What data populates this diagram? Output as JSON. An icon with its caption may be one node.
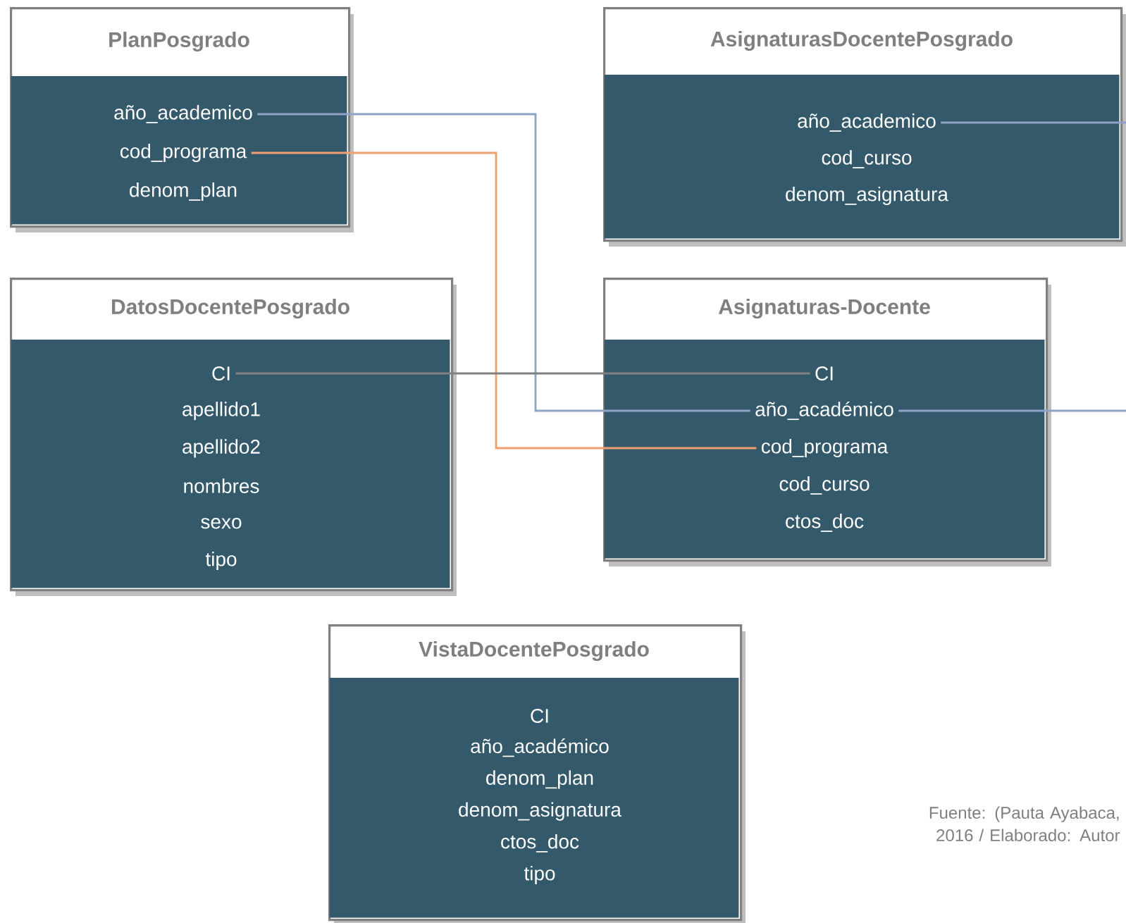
{
  "diagram": {
    "caption": "Fuente: (Pauta Ayabaca, 2016 / Elaborado: Autor",
    "nodes": [
      {
        "text": [
          "PlanPosgrado"
        ]
      },
      {
        "text": [
          "año_academico"
        ],
        "in": 0
      },
      {
        "text": [
          "cod_programa"
        ],
        "in": 0
      },
      {
        "text": [
          "denom_plan"
        ],
        "in": 0
      },
      {
        "text": [
          "AsignaturasDocentePosgrado"
        ]
      },
      {
        "text": [
          "año_academico"
        ],
        "in": 4
      },
      {
        "text": [
          "cod_curso"
        ],
        "in": 4
      },
      {
        "text": [
          "denom_asignatura"
        ],
        "in": 4
      },
      {
        "text": [
          "DatosDocentePosgrado"
        ]
      },
      {
        "text": [
          "CI"
        ],
        "in": 8
      },
      {
        "text": [
          "apellido1"
        ],
        "in": 8
      },
      {
        "text": [
          "apellido2"
        ],
        "in": 8
      },
      {
        "text": [
          "nombres"
        ],
        "in": 8
      },
      {
        "text": [
          "sexo"
        ],
        "in": 8
      },
      {
        "text": [
          "tipo"
        ],
        "in": 8
      },
      {
        "text": [
          "Asignaturas-Docente"
        ]
      },
      {
        "text": [
          "CI"
        ],
        "in": 15
      },
      {
        "text": [
          "año_académico"
        ],
        "in": 15
      },
      {
        "text": [
          "cod_programa"
        ],
        "in": 15
      },
      {
        "text": [
          "cod_curso"
        ],
        "in": 15
      },
      {
        "text": [
          "ctos_doc"
        ],
        "in": 15
      },
      {
        "text": [
          "VistaDocentePosgrado"
        ]
      },
      {
        "text": [
          "CI"
        ],
        "in": 21
      },
      {
        "text": [
          "año_académico"
        ],
        "in": 21
      },
      {
        "text": [
          "denom_plan"
        ],
        "in": 21
      },
      {
        "text": [
          "denom_asignatura"
        ],
        "in": 21
      },
      {
        "text": [
          "ctos_doc"
        ],
        "in": 21
      },
      {
        "text": [
          "tipo"
        ],
        "in": 21
      }
    ],
    "edges": [
      {
        "from": 1,
        "to": 17,
        "arrow": "none",
        "color": "#8fa3c8"
      },
      {
        "from": 2,
        "to": 18,
        "arrow": "none",
        "color": "#f0a070"
      },
      {
        "from": 9,
        "to": 16,
        "arrow": "none",
        "color": "#808080"
      },
      {
        "from": 5,
        "to": null,
        "arrow": "none",
        "color": "#8fa3c8"
      },
      {
        "from": 17,
        "to": null,
        "arrow": "none",
        "color": "#8fa3c8"
      }
    ]
  }
}
